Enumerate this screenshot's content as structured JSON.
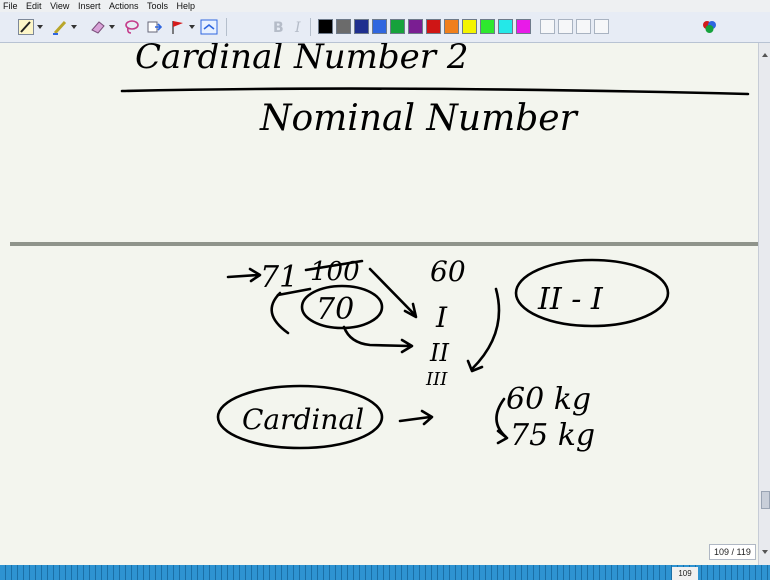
{
  "menu": [
    "File",
    "Edit",
    "View",
    "Insert",
    "Actions",
    "Tools",
    "Help"
  ],
  "toolbar": {
    "tools": [
      "pen-tool-icon",
      "highlighter-icon",
      "eraser-icon",
      "lasso-select-icon",
      "insert-space-icon",
      "flag-icon",
      "note-insert-icon",
      "bold-icon",
      "italic-icon"
    ],
    "palette": [
      "#000000",
      "#6b6b6b",
      "#1f2f8f",
      "#2f66e0",
      "#16a23c",
      "#7a1e92",
      "#cf1515",
      "#f07f1c",
      "#f4f400",
      "#2ee82e",
      "#24e8e8",
      "#e81be8"
    ],
    "empty_swatches": 4
  },
  "canvas": {
    "heading_partial": "Cardinal Number 2",
    "heading_main": "Nominal Number",
    "notes": {
      "n71": "71",
      "n100": "100",
      "n60": "60",
      "n70": "70",
      "roman1": "I",
      "roman2": "II",
      "roman3": "III",
      "circled_expr": "II - I",
      "cardinal_word": "Cardinal",
      "kg60": "60 kg",
      "kg75": "75 kg"
    }
  },
  "status": {
    "page_badge": "109 / 119",
    "page_number": "109"
  }
}
